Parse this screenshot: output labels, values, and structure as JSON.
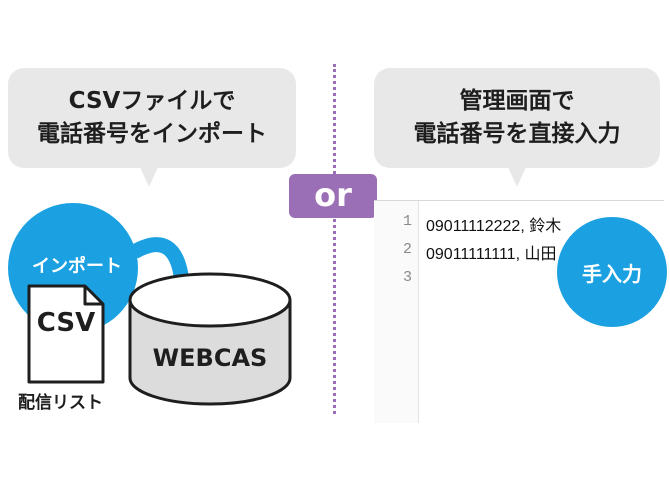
{
  "left_bubble": {
    "line1": "CSVファイルで",
    "line2": "電話番号をインポート"
  },
  "right_bubble": {
    "line1": "管理画面で",
    "line2": "電話番号を直接入力"
  },
  "or_label": "or",
  "import_badge": "インポート",
  "csv_file": {
    "label": "CSV",
    "caption": "配信リスト"
  },
  "database": {
    "label": "WEBCAS"
  },
  "editor": {
    "lines": [
      {
        "no": "1",
        "text": "09011112222, 鈴木"
      },
      {
        "no": "2",
        "text": "09011111111, 山田"
      },
      {
        "no": "3",
        "text": ""
      }
    ]
  },
  "manual_badge": "手入力",
  "colors": {
    "accent_blue": "#1ba1e2",
    "purple": "#9b6fb5",
    "bubble_gray": "#e8e8e8"
  }
}
